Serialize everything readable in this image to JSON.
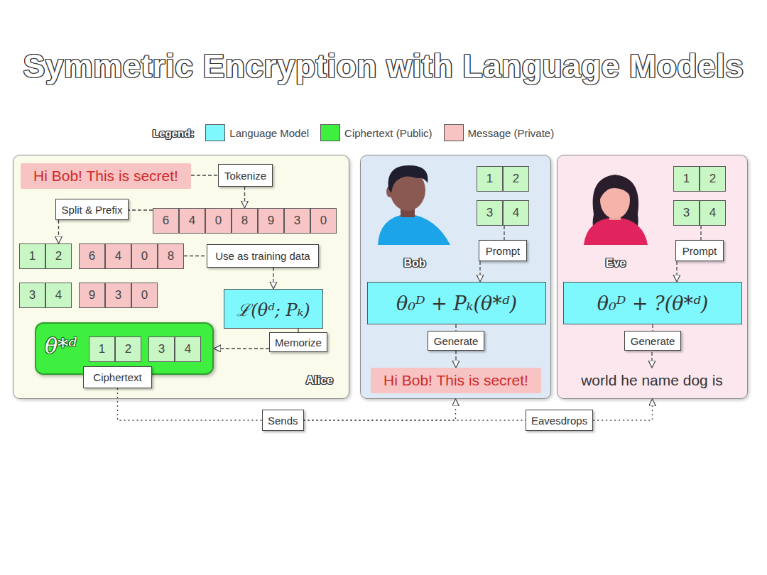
{
  "diagram": {
    "title": "Symmetric Encryption with Language Models",
    "nodes": [
      {
        "text": [
          "Alice"
        ]
      },
      {
        "text": [
          "Hi Bob! This is secret!"
        ],
        "in": 0
      },
      {
        "text": [
          "Tokenize"
        ],
        "in": 0
      },
      {
        "text": [
          "Split & Prefix"
        ],
        "in": 0
      },
      {
        "text": [
          "6"
        ],
        "in": 0
      },
      {
        "text": [
          "4"
        ],
        "in": 0
      },
      {
        "text": [
          "0"
        ],
        "in": 0
      },
      {
        "text": [
          "8"
        ],
        "in": 0
      },
      {
        "text": [
          "9"
        ],
        "in": 0
      },
      {
        "text": [
          "3"
        ],
        "in": 0
      },
      {
        "text": [
          "0"
        ],
        "in": 0
      },
      {
        "text": [
          "1"
        ],
        "in": 0
      },
      {
        "text": [
          "2"
        ],
        "in": 0
      },
      {
        "text": [
          "6"
        ],
        "in": 0
      },
      {
        "text": [
          "4"
        ],
        "in": 0
      },
      {
        "text": [
          "0"
        ],
        "in": 0
      },
      {
        "text": [
          "8"
        ],
        "in": 0
      },
      {
        "text": [
          "Use as training data"
        ],
        "in": 0
      },
      {
        "text": [
          "3"
        ],
        "in": 0
      },
      {
        "text": [
          "4"
        ],
        "in": 0
      },
      {
        "text": [
          "9"
        ],
        "in": 0
      },
      {
        "text": [
          "3"
        ],
        "in": 0
      },
      {
        "text": [
          "0"
        ],
        "in": 0
      },
      {
        "text": [
          "ℒ(θᵈ; Pₖ)"
        ],
        "in": 0
      },
      {
        "text": [
          "Memorize"
        ],
        "in": 0
      },
      {
        "text": [
          "θ*ᵈ"
        ],
        "in": 0
      },
      {
        "text": [
          "1"
        ],
        "in": 25
      },
      {
        "text": [
          "2"
        ],
        "in": 25
      },
      {
        "text": [
          "3"
        ],
        "in": 25
      },
      {
        "text": [
          "4"
        ],
        "in": 25
      },
      {
        "text": [
          "Ciphertext"
        ],
        "in": 0
      },
      {
        "text": [
          "Bob"
        ]
      },
      {
        "text": [
          "1"
        ],
        "in": 31
      },
      {
        "text": [
          "2"
        ],
        "in": 31
      },
      {
        "text": [
          "3"
        ],
        "in": 31
      },
      {
        "text": [
          "4"
        ],
        "in": 31
      },
      {
        "text": [
          "Prompt"
        ],
        "in": 31
      },
      {
        "text": [
          "θ₀ᴰ + Pₖ(θ*ᵈ)"
        ],
        "in": 31
      },
      {
        "text": [
          "Generate"
        ],
        "in": 31
      },
      {
        "text": [
          "Hi Bob! This is secret!"
        ],
        "in": 31
      },
      {
        "text": [
          "Eve"
        ]
      },
      {
        "text": [
          "1"
        ],
        "in": 40
      },
      {
        "text": [
          "2"
        ],
        "in": 40
      },
      {
        "text": [
          "3"
        ],
        "in": 40
      },
      {
        "text": [
          "4"
        ],
        "in": 40
      },
      {
        "text": [
          "Prompt"
        ],
        "in": 40
      },
      {
        "text": [
          "θ₀ᴰ + ?(θ*ᵈ)"
        ],
        "in": 40
      },
      {
        "text": [
          "Generate"
        ],
        "in": 40
      },
      {
        "text": [
          "Sends"
        ]
      },
      {
        "text": [
          "Eavesdrops"
        ]
      }
    ],
    "edges": [
      {
        "from": 1,
        "to": 2,
        "arrow": "none"
      },
      {
        "from": 2,
        "to": 7,
        "arrow": "to"
      },
      {
        "from": 4,
        "to": 3,
        "arrow": "none"
      },
      {
        "from": 3,
        "to": 12,
        "arrow": "to"
      },
      {
        "from": 16,
        "to": 17,
        "arrow": "none"
      },
      {
        "from": 17,
        "to": 23,
        "arrow": "to"
      },
      {
        "from": 23,
        "to": 24,
        "arrow": "none"
      },
      {
        "from": 24,
        "to": 25,
        "arrow": "to"
      },
      {
        "from": 30,
        "to": 48,
        "arrow": "none"
      },
      {
        "from": 48,
        "to": 31,
        "arrow": "to"
      },
      {
        "from": 48,
        "to": 49,
        "arrow": "none"
      },
      {
        "from": 49,
        "to": 40,
        "arrow": "to"
      },
      {
        "from": 35,
        "to": 36,
        "arrow": "none"
      },
      {
        "from": 36,
        "to": 37,
        "arrow": "to"
      },
      {
        "from": 37,
        "to": 38,
        "arrow": "none"
      },
      {
        "from": 38,
        "to": 39,
        "arrow": "to"
      },
      {
        "from": 44,
        "to": 45,
        "arrow": "none"
      },
      {
        "from": 45,
        "to": 46,
        "arrow": "to"
      },
      {
        "from": 46,
        "to": 47,
        "arrow": "none"
      }
    ],
    "labels": [
      "Legend:",
      "world he name dog is"
    ],
    "legend": [
      {
        "text": "Language Model",
        "color": "#7ef8fd"
      },
      {
        "text": "Ciphertext (Public)",
        "color": "#3fef3f"
      },
      {
        "text": "Message (Private)",
        "color": "#f8c3c3"
      }
    ]
  }
}
